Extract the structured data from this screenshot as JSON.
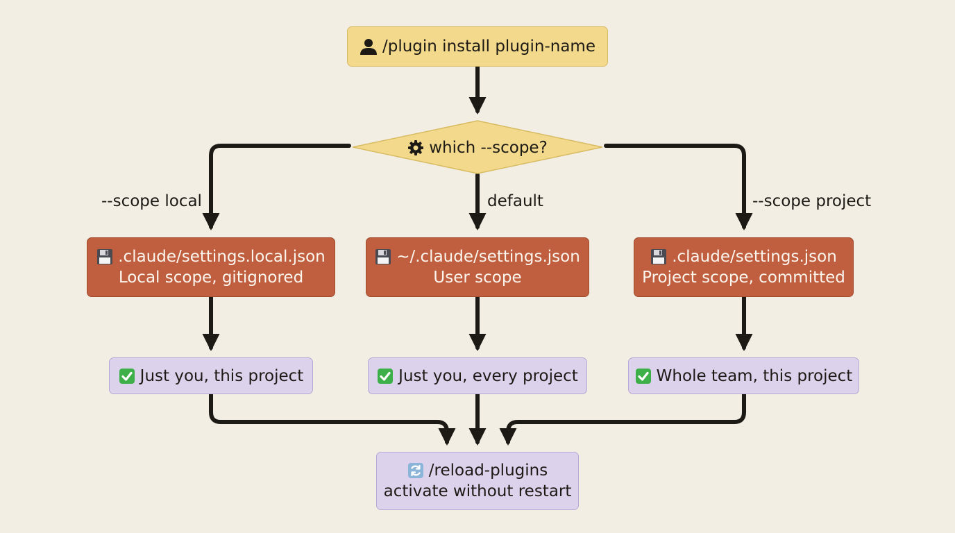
{
  "start": {
    "icon": "user-icon",
    "label": "/plugin install plugin-name"
  },
  "decision": {
    "icon": "gear-icon",
    "label": "which --scope?"
  },
  "edges": {
    "left": "--scope local",
    "middle": "default",
    "right": "--scope project"
  },
  "settings": [
    {
      "icon": "floppy-disk-icon",
      "file": ".claude/settings.local.json",
      "desc": "Local scope, gitignored"
    },
    {
      "icon": "floppy-disk-icon",
      "file": "~/.claude/settings.json",
      "desc": "User scope"
    },
    {
      "icon": "floppy-disk-icon",
      "file": ".claude/settings.json",
      "desc": "Project scope, committed"
    }
  ],
  "outcomes": [
    {
      "icon": "check-mark-icon",
      "label": "Just you, this project"
    },
    {
      "icon": "check-mark-icon",
      "label": "Just you, every project"
    },
    {
      "icon": "check-mark-icon",
      "label": "Whole team, this project"
    }
  ],
  "reload": {
    "icon": "reload-icon",
    "line1": "/reload-plugins",
    "line2": "activate without restart"
  },
  "colors": {
    "background": "#f2eee3",
    "start_fill": "#f2d98c",
    "decision_fill": "#f2d98c",
    "settings_fill": "#bf5f3f",
    "outcome_fill": "#ddd2ec",
    "connector": "#1d1a16"
  }
}
